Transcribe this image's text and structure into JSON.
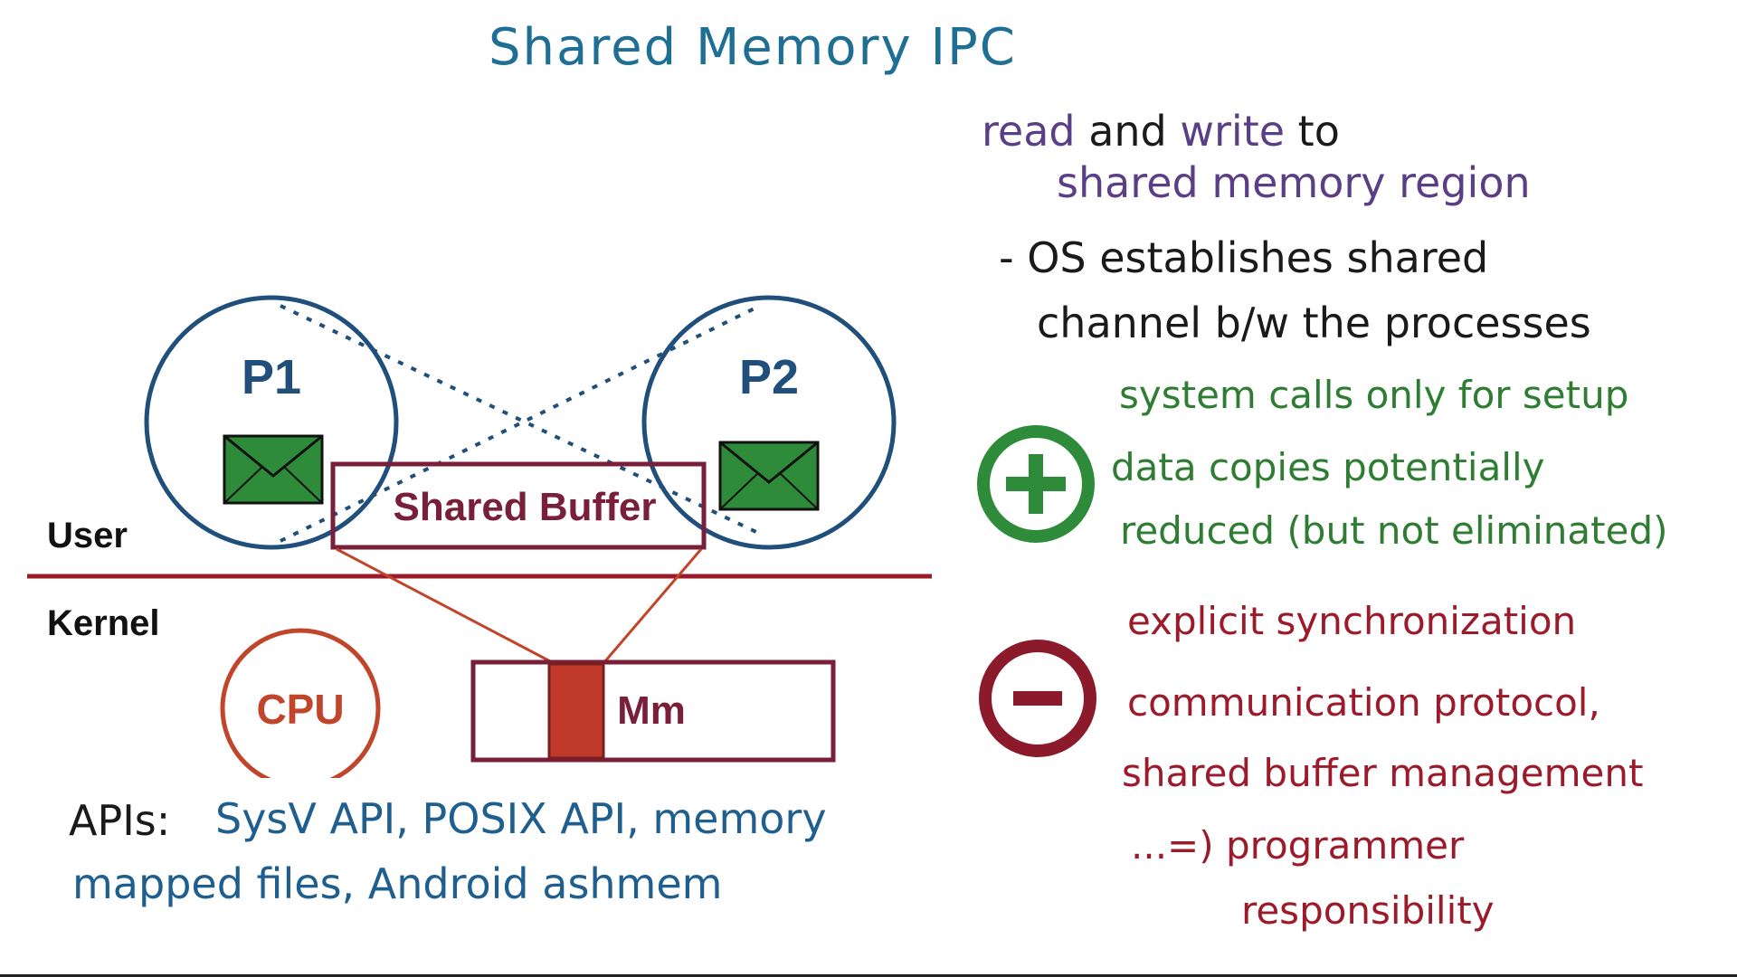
{
  "title": "Shared Memory IPC",
  "diagram": {
    "process1": "P1",
    "process2": "P2",
    "shared_buffer": "Shared Buffer",
    "user_label": "User",
    "kernel_label": "Kernel",
    "cpu_label": "CPU",
    "memory_label": "Mm",
    "colors": {
      "process": "#1f4f7a",
      "envelope": "#2e8b3a",
      "buffer": "#7a1f3a",
      "kernel_line": "#9b1b2a",
      "cpu": "#c0452a",
      "memory_region": "#c0392b"
    }
  },
  "apis": {
    "line1_prefix": "APIs:",
    "line1": "SysV API, POSIX API, memory",
    "line2": "mapped files, Android ashmem"
  },
  "notes": {
    "intro_line1_a": "read",
    "intro_line1_b": "and",
    "intro_line1_c": "write",
    "intro_line1_d": "to",
    "intro_line2": "shared memory region",
    "os_line1": "- OS establishes shared",
    "os_line2": "channel b/w the processes",
    "plus_line1": "system calls only for setup",
    "plus_line2": "data copies potentially",
    "plus_line3": "reduced (but not eliminated)",
    "minus_line1": "explicit synchronization",
    "minus_line2": "communication protocol,",
    "minus_line3": "shared buffer management",
    "minus_line4": "...=) programmer",
    "minus_line5": "responsibility",
    "plus_icon": "plus-icon",
    "minus_icon": "minus-icon",
    "colors": {
      "plus": "#2e8b3a",
      "minus": "#8b1a2a"
    }
  }
}
